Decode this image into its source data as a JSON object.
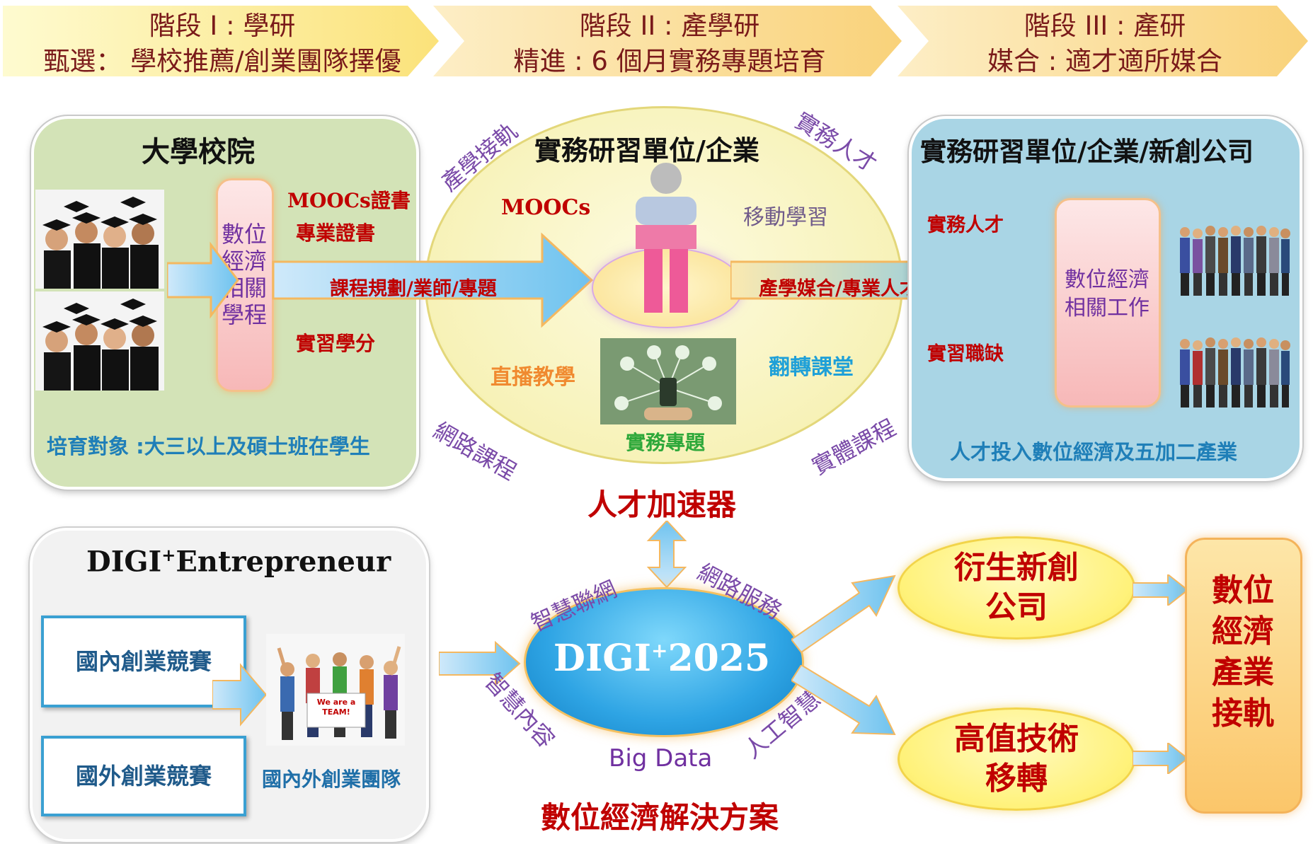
{
  "stages": [
    {
      "line1": "階段 I : 學研",
      "line2": "甄選： 學校推薦/創業團隊擇優"
    },
    {
      "line1": "階段 II : 產學研",
      "line2": "精進 : 6 個月實務專題培育"
    },
    {
      "line1": "階段 III : 產研",
      "line2": "媒合 : 適才適所媒合"
    }
  ],
  "university": {
    "title": "大學校院",
    "program": "數位\n經濟\n相關\n學程",
    "certs": [
      "MOOCs證書",
      "專業證書"
    ],
    "credit": "實習學分",
    "target": "培育對象 :大三以上及碩士班在學生"
  },
  "center": {
    "title": "實務研習單位/企業",
    "moocs": "MOOCs",
    "mobile": "移動學習",
    "live": "直播教學",
    "flipped": "翻轉課堂",
    "project": "實務專題",
    "arrow_left": "課程規劃/業師/專題",
    "arrow_right": "產學媒合/專業人才/經費補助",
    "curve_tl": "產學接軌",
    "curve_tr": "實務人才",
    "curve_bl": "網路課程",
    "curve_br": "實體課程",
    "accelerator": "人才加速器"
  },
  "enterprise": {
    "title": "實務研習單位/企業/新創公司",
    "talent": "實務人才",
    "shortage": "實習職缺",
    "job_box": "數位經濟\n相關工作",
    "bottom": "人才投入數位經濟及五加二產業"
  },
  "entrepreneur": {
    "title_pre": "DIGI",
    "title_sup": "+",
    "title_post": "Entrepreneur",
    "domestic": "國內創業競賽",
    "overseas": "國外創業競賽",
    "team": "國內外創業團隊",
    "sign": "We are a TEAM!"
  },
  "digi": {
    "label_pre": "DIGI",
    "label_sup": "+",
    "label_post": "2025",
    "iot": "智慧聯網",
    "network_service": "網路服務",
    "content": "智慧內容",
    "ai": "人工智慧",
    "big_data": "Big Data",
    "solution": "數位經濟解決方案"
  },
  "outcomes": {
    "spinoff": "衍生新創\n公司",
    "tech_transfer": "高值技術\n移轉",
    "industry": "數位\n經濟\n產業\n接軌"
  }
}
